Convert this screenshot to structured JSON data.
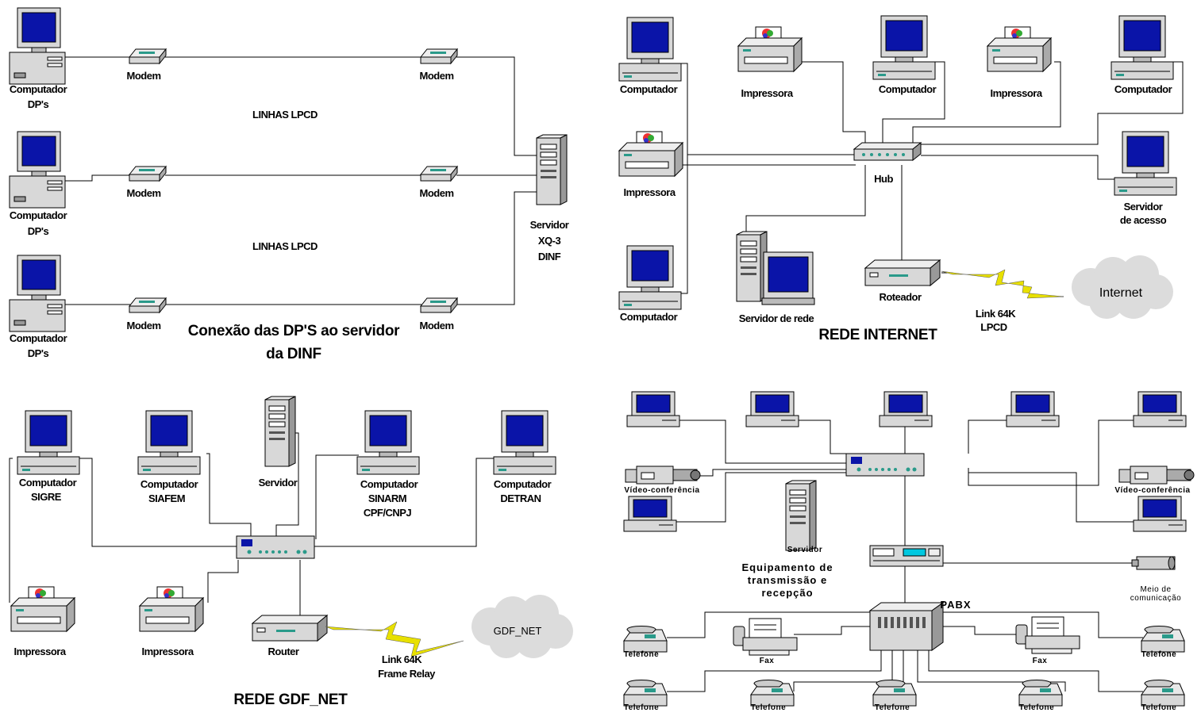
{
  "tl": {
    "left_pc_labels": [
      [
        "Computador",
        "DP's"
      ],
      [
        "Computador",
        "DP's"
      ],
      [
        "Computador",
        "DP's"
      ]
    ],
    "modem_label": "Modem",
    "line_label": "LINHAS LPCD",
    "server_label": [
      "Servidor",
      "XQ-3",
      "DINF"
    ],
    "title": [
      "Conexão das DP'S ao servidor",
      "da DINF"
    ]
  },
  "tr": {
    "computer_label": "Computador",
    "printer_label": "Impressora",
    "hub_label": "Hub",
    "access_server_label": [
      "Servidor",
      "de acesso"
    ],
    "network_server_label": "Servidor de rede",
    "router_label": "Roteador",
    "link_label": [
      "Link 64K",
      "LPCD"
    ],
    "cloud_label": "Internet",
    "title": "REDE INTERNET"
  },
  "bl": {
    "pc_sigre": [
      "Computador",
      "SIGRE"
    ],
    "pc_siafem": [
      "Computador",
      "SIAFEM"
    ],
    "server_label": "Servidor",
    "pc_sinarm": [
      "Computador",
      "SINARM",
      "CPF/CNPJ"
    ],
    "pc_detran": [
      "Computador",
      "DETRAN"
    ],
    "printer_label": "Impressora",
    "router_label": "Router",
    "link_label": [
      "Link 64K",
      "Frame Relay"
    ],
    "cloud_label": "GDF_NET",
    "title": "REDE GDF_NET"
  },
  "br": {
    "video_label": "Vídeo-conferência",
    "server_label": "Servidor",
    "equipment_label": [
      "Equipamento de",
      "transmissão e",
      "recepção"
    ],
    "pabx_label": "PABX",
    "medium_label": [
      "Meio de",
      "comunicação"
    ],
    "phone_label": "Telefone",
    "fax_label": "Fax"
  },
  "colors": {
    "screen": "#0a14a8",
    "body": "#d8d8d8",
    "lightning": "#e8e000",
    "led": "#2a9a8a"
  }
}
